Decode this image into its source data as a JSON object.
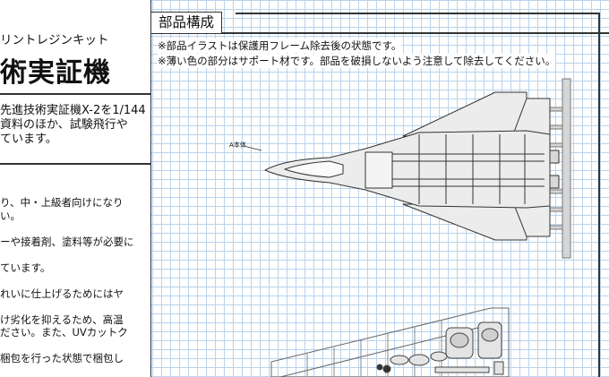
{
  "left_panel": {
    "subtitle": "リントレジンキット",
    "title": "術実証機",
    "description": "先進技術実証機X-2を1/144\n資料のほか、試験飛行や\nています。",
    "notes": "り、中・上級者向けになり\nい。\n\nーや接着剤、塗料等が必要に\n\nています。\n\nれいに仕上げるためにはヤ\n\nけ劣化を抑えるため、高温\nださい。また、UVカットク\n\n梱包を行った状態で梱包し"
  },
  "parts_section": {
    "title": "部品構成",
    "note1": "※部品イラストは保護用フレーム除去後の状態です。",
    "note2": "※薄い色の部分はサポート材です。部品を破損しないよう注意して除去してください。",
    "part_label": "A本体"
  },
  "colors": {
    "grid": "#b9d3ee",
    "line": "#333333",
    "part_fill": "#e6e6e6",
    "support": "#bdbdbd"
  }
}
